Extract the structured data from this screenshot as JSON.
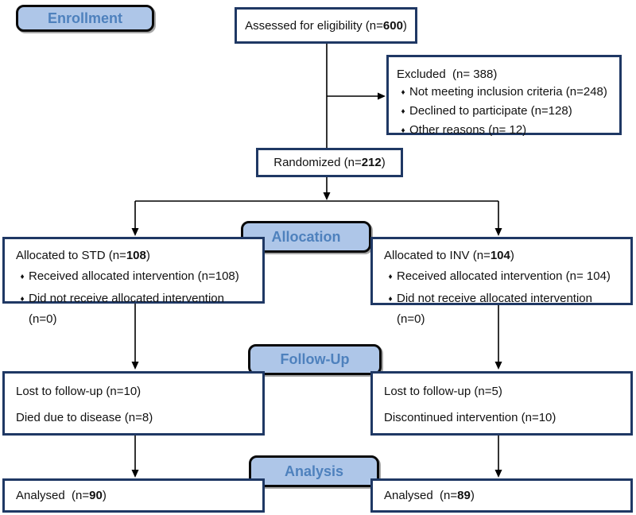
{
  "colors": {
    "pillFill": "#aec6e8",
    "pillText": "#4e81bd",
    "boxBorder": "#1f3864",
    "arrow": "#000000"
  },
  "bullet_char": "♦",
  "stages": {
    "enrollment": "Enrollment",
    "allocation": "Allocation",
    "followup": "Follow-Up",
    "analysis": "Analysis"
  },
  "assessed": {
    "prefix": "Assessed for eligibility (n=",
    "n": "600",
    "suffix": ")"
  },
  "excluded": {
    "title": "Excluded  (n= 388)",
    "items": [
      "Not meeting inclusion criteria (n=248)",
      "Declined to participate (n=128)",
      "Other reasons (n= 12)"
    ]
  },
  "randomized": {
    "prefix": "Randomized (n=",
    "n": "212",
    "suffix": ")"
  },
  "alloc_left": {
    "prefix": "Allocated to STD (n=",
    "n": "108",
    "suffix": ")",
    "items": [
      "Received allocated intervention (n=108)",
      "Did not receive allocated intervention (n=0)"
    ]
  },
  "alloc_right": {
    "prefix": "Allocated to INV (n=",
    "n": "104",
    "suffix": ")",
    "items": [
      "Received allocated intervention (n= 104)",
      "Did not receive allocated intervention (n=0)"
    ]
  },
  "followup_left": {
    "lines": [
      "Lost to follow-up (n=10)",
      "Died due to disease (n=8)"
    ]
  },
  "followup_right": {
    "lines": [
      "Lost to follow-up (n=5)",
      "Discontinued intervention (n=10)"
    ]
  },
  "analysis_left": {
    "prefix": "Analysed  (n=",
    "n": "90",
    "suffix": ")"
  },
  "analysis_right": {
    "prefix": "Analysed  (n=",
    "n": "89",
    "suffix": ")"
  }
}
